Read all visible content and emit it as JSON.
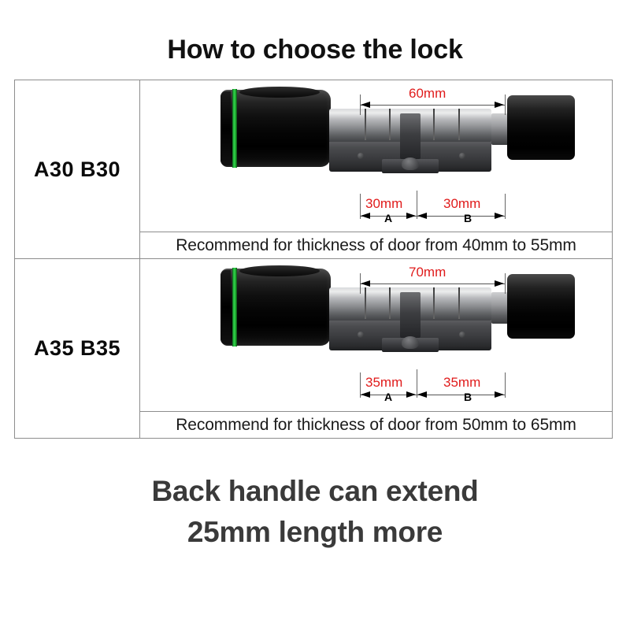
{
  "title": "How to choose the lock",
  "table": {
    "rows": [
      {
        "model": "A30 B30",
        "total_dimension": "60mm",
        "side_a": {
          "value": "30mm",
          "letter": "A"
        },
        "side_b": {
          "value": "30mm",
          "letter": "B"
        },
        "recommend": "Recommend for thickness of door from 40mm to 55mm"
      },
      {
        "model": "A35 B35",
        "total_dimension": "70mm",
        "side_a": {
          "value": "35mm",
          "letter": "A"
        },
        "side_b": {
          "value": "35mm",
          "letter": "B"
        },
        "recommend": "Recommend for thickness of door from 50mm to 65mm"
      }
    ]
  },
  "footer": {
    "line1": "Back handle can extend",
    "line2": "25mm length more"
  },
  "colors": {
    "dimension_text": "#e01b1b",
    "indicator_stripe": "#25bb38",
    "border": "#8d8d8d",
    "footer_text": "#3a3a3a"
  }
}
